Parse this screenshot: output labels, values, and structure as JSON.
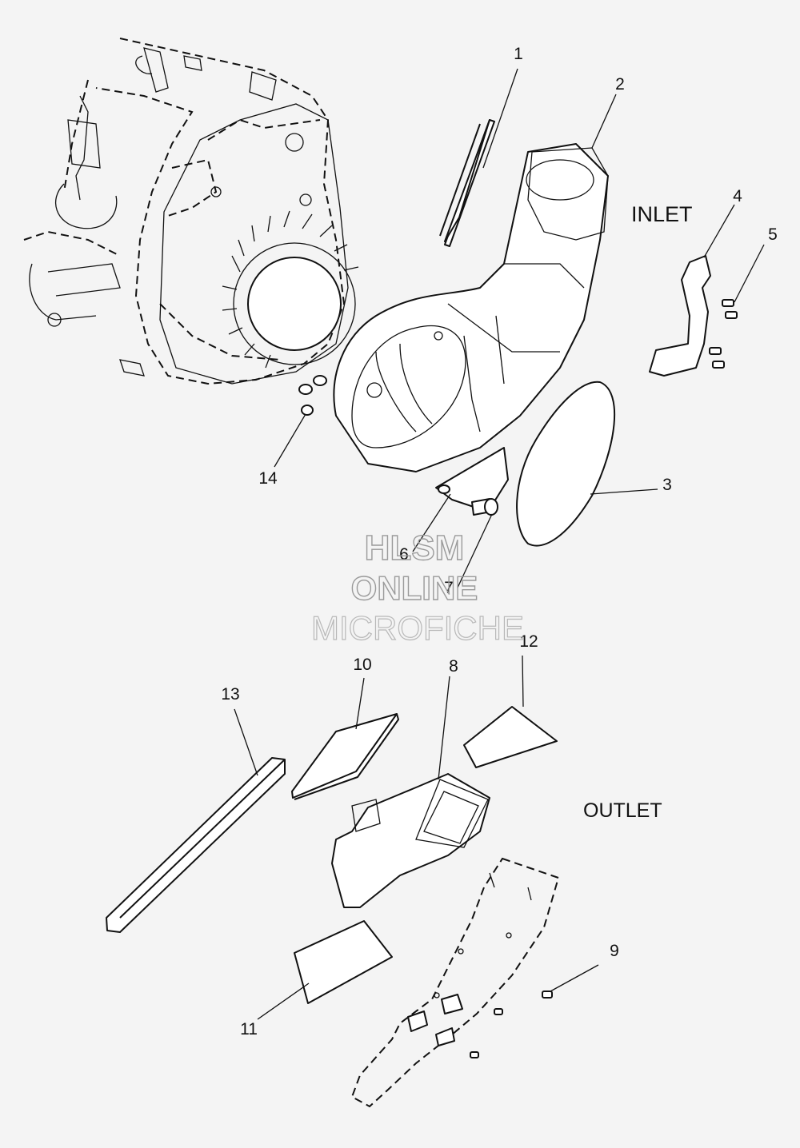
{
  "labels": {
    "inlet": "INLET",
    "outlet": "OUTLET"
  },
  "watermark": {
    "line1": "HLSM",
    "line2": "ONLINE",
    "line3": "MICROFICHE"
  },
  "callouts": {
    "c1": "1",
    "c2": "2",
    "c3": "3",
    "c4": "4",
    "c5": "5",
    "c6": "6",
    "c7": "7",
    "c8": "8",
    "c9": "9",
    "c10": "10",
    "c11": "11",
    "c12": "12",
    "c13": "13",
    "c14": "14"
  }
}
